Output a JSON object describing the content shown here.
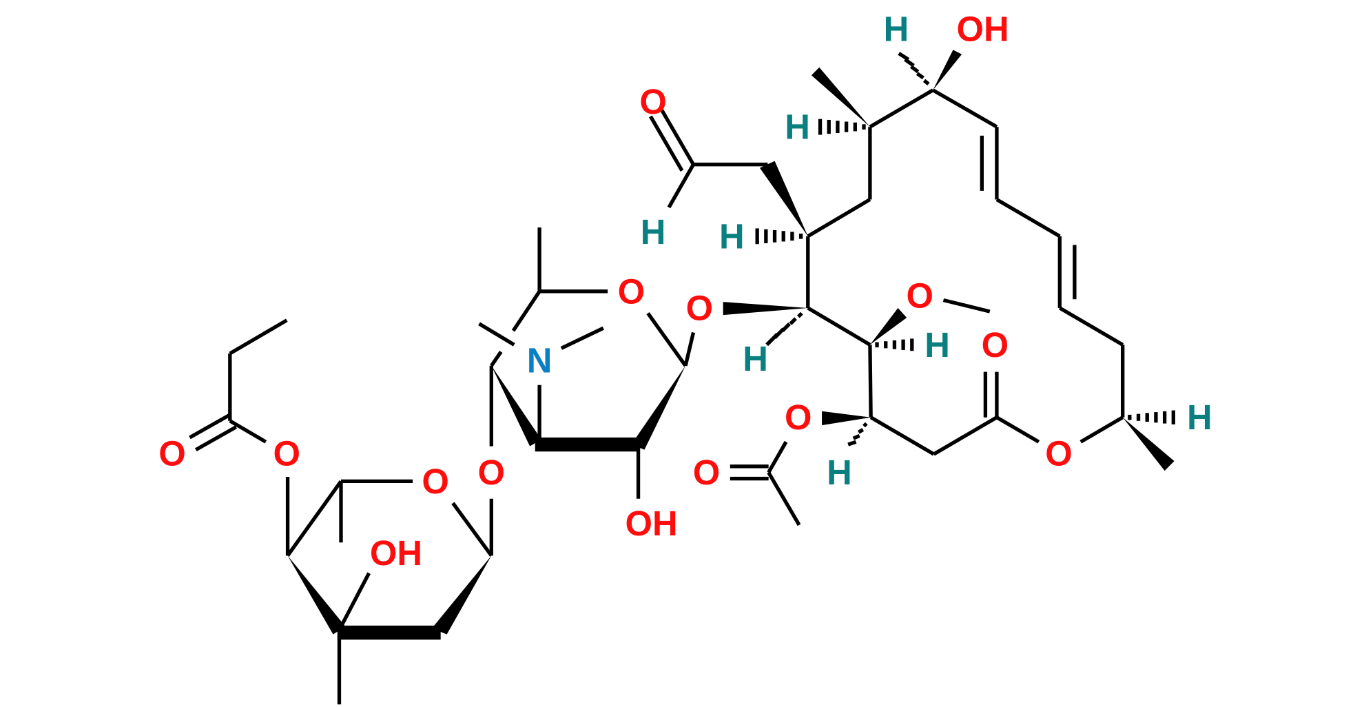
{
  "diagram": {
    "type": "chemical-structure",
    "description": "Macrolide with two glycosidic sugars (aminosugar and neutral sugar), aldehyde, methoxy, acetate, propionate ester, conjugated diene",
    "colors": {
      "oxygen": "#ff0d0d",
      "nitrogen": "#0a7fc4",
      "hydrogen": "#0a7f7f",
      "bond": "#000000",
      "background": "#ffffff"
    },
    "atoms": {
      "top_H": "H",
      "top_OH": "OH",
      "ald_O": "O",
      "ald_H": "H",
      "me_H": "H",
      "c6_H": "H",
      "glyc_O": "O",
      "c5_H": "H",
      "ome_O": "O",
      "c4_H": "H",
      "ring_O": "O",
      "nme2_N": "N",
      "sugar1_OH": "OH",
      "link_O": "O",
      "sugar2_O": "O",
      "sugar2_OH": "OH",
      "prop_O": "O",
      "prop_CO": "O",
      "ac_O": "O",
      "ac_CO": "O",
      "c3_H": "H",
      "lac_CO": "O",
      "lac_O": "O",
      "c15_H": "H"
    }
  }
}
